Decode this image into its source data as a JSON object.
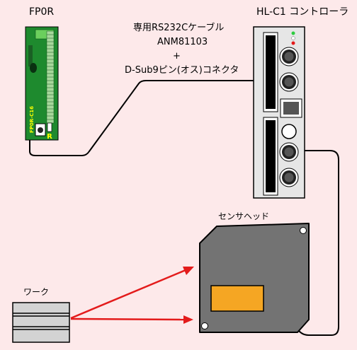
{
  "labels": {
    "plc": "FP0R",
    "controller": "HL-C1 コントローラ",
    "cable_line1": "専用RS232Cケーブル",
    "cable_line2": "ANM81103",
    "cable_plus": "+",
    "cable_line3": "D-Sub9ピン(オス)コネクタ",
    "sensor_head": "センサヘッド",
    "workpiece": "ワーク",
    "plc_model_text": "FP0R-C16",
    "plc_side_letter": "R"
  },
  "colors": {
    "background": "#fde9ea",
    "plc_body": "#1e8a2e",
    "controller_body": "#e6e6e6",
    "sensor_body": "#737373",
    "sensor_window": "#f5a623",
    "laser_beam": "#e31b1b",
    "cable": "#000000"
  }
}
